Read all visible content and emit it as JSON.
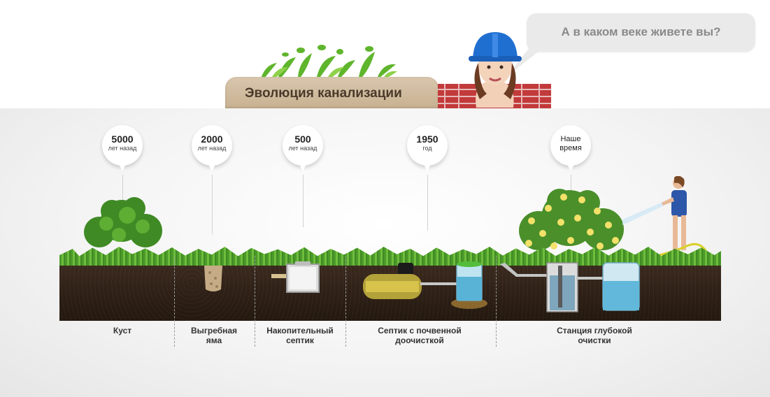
{
  "header": {
    "title": "Эволюция канализации",
    "speech": "А в каком веке живете вы?"
  },
  "timeline": [
    {
      "big": "5000",
      "small": "лет назад",
      "label_lines": [
        "Куст"
      ]
    },
    {
      "big": "2000",
      "small": "лет назад",
      "label_lines": [
        "Выгребная",
        "яма"
      ]
    },
    {
      "big": "500",
      "small": "лет назад",
      "label_lines": [
        "Накопительный",
        "септик"
      ]
    },
    {
      "big": "1950",
      "small": "год",
      "label_lines": [
        "Септик с почвенной",
        "доочисткой"
      ]
    },
    {
      "big": "",
      "small": "",
      "two_lines": [
        "Наше",
        "время"
      ],
      "label_lines": [
        "Станция глубокой",
        "очистки"
      ]
    }
  ],
  "colors": {
    "soil": "#2e2016",
    "grass": "#5aa532",
    "plate": "#cdb798",
    "bubble": "#eaeaea",
    "helmet": "#1f6fd1"
  },
  "icons": [
    "bush-icon",
    "pit-icon",
    "storage-tank-icon",
    "septic-tank-icon",
    "treatment-station-icon",
    "woman-builder-icon",
    "gardener-icon",
    "flower-bush-icon"
  ]
}
